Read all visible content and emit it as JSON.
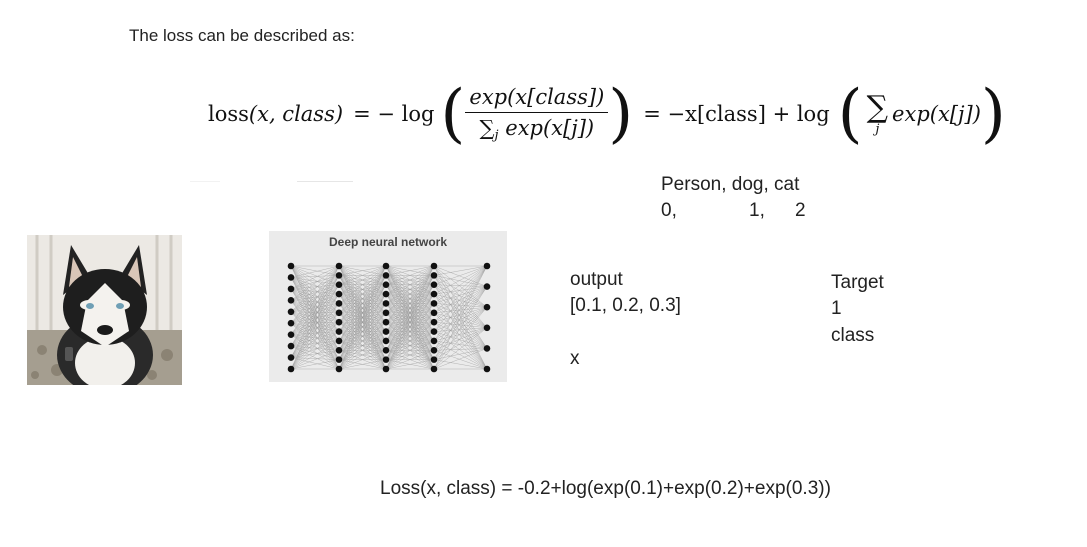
{
  "intro_text": "The loss can be described as:",
  "formula": {
    "lhs": "loss",
    "args": "(x, class)",
    "eq1": "= − log",
    "numerator": "exp(x[class])",
    "denominator_sum": "∑",
    "denominator_sub": "j",
    "denominator_exp": "exp(x[j])",
    "eq2": "= −x[class] + log",
    "sum_symbol": "∑",
    "sum_sub": "j",
    "sum_exp": "exp(x[j])"
  },
  "classes": {
    "names": "Person, dog, cat",
    "indices": [
      "0,",
      "1,",
      "2"
    ]
  },
  "network": {
    "title": "Deep neural network"
  },
  "output": {
    "label": "output",
    "values": "[0.1, 0.2, 0.3]",
    "var": "x"
  },
  "target": {
    "label": "Target",
    "value": "1",
    "name": "class"
  },
  "bottom_formula": "Loss(x, class) = -0.2+log(exp(0.1)+exp(0.2)+exp(0.3))"
}
